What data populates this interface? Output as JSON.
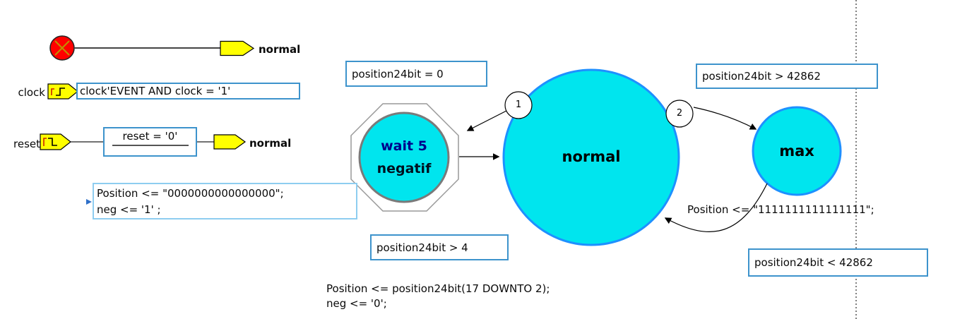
{
  "signals": {
    "clock": {
      "name": "clock",
      "condition": "clock'EVENT AND clock = '1'"
    },
    "reset": {
      "name": "reset",
      "condition": "reset = '0'",
      "target_label": "normal"
    }
  },
  "reset_marker": {
    "target_label": "normal"
  },
  "states": {
    "wait_negatif": {
      "line1": "wait 5",
      "line2": "negatif"
    },
    "normal": {
      "label": "normal"
    },
    "max": {
      "label": "max"
    }
  },
  "transitions": {
    "normal_to_wait": {
      "priority": "1",
      "condition": "position24bit = 0",
      "actions": [
        "Position <= \"0000000000000000\";",
        "neg <= '1' ;"
      ]
    },
    "wait_to_normal": {
      "condition": "position24bit > 4",
      "actions": [
        "Position <= position24bit(17 DOWNTO 2);",
        "neg <= '0';"
      ]
    },
    "normal_to_max": {
      "priority": "2",
      "condition": "position24bit > 42862",
      "action": "Position <= \"1111111111111111\";"
    },
    "max_to_normal": {
      "condition": "position24bit < 42862"
    }
  },
  "colors": {
    "state_fill": "#00e5ee",
    "state_border": "#1e90ff",
    "octagon_border": "#999999",
    "inner_circle_border": "#7a7a7a",
    "condition_box_border": "#3d93cc",
    "action_box_border": "#8ecdf0",
    "flag_fill": "#ffff00",
    "reset_bubble_fill": "#ff0000",
    "wait_text": "#00008b"
  }
}
